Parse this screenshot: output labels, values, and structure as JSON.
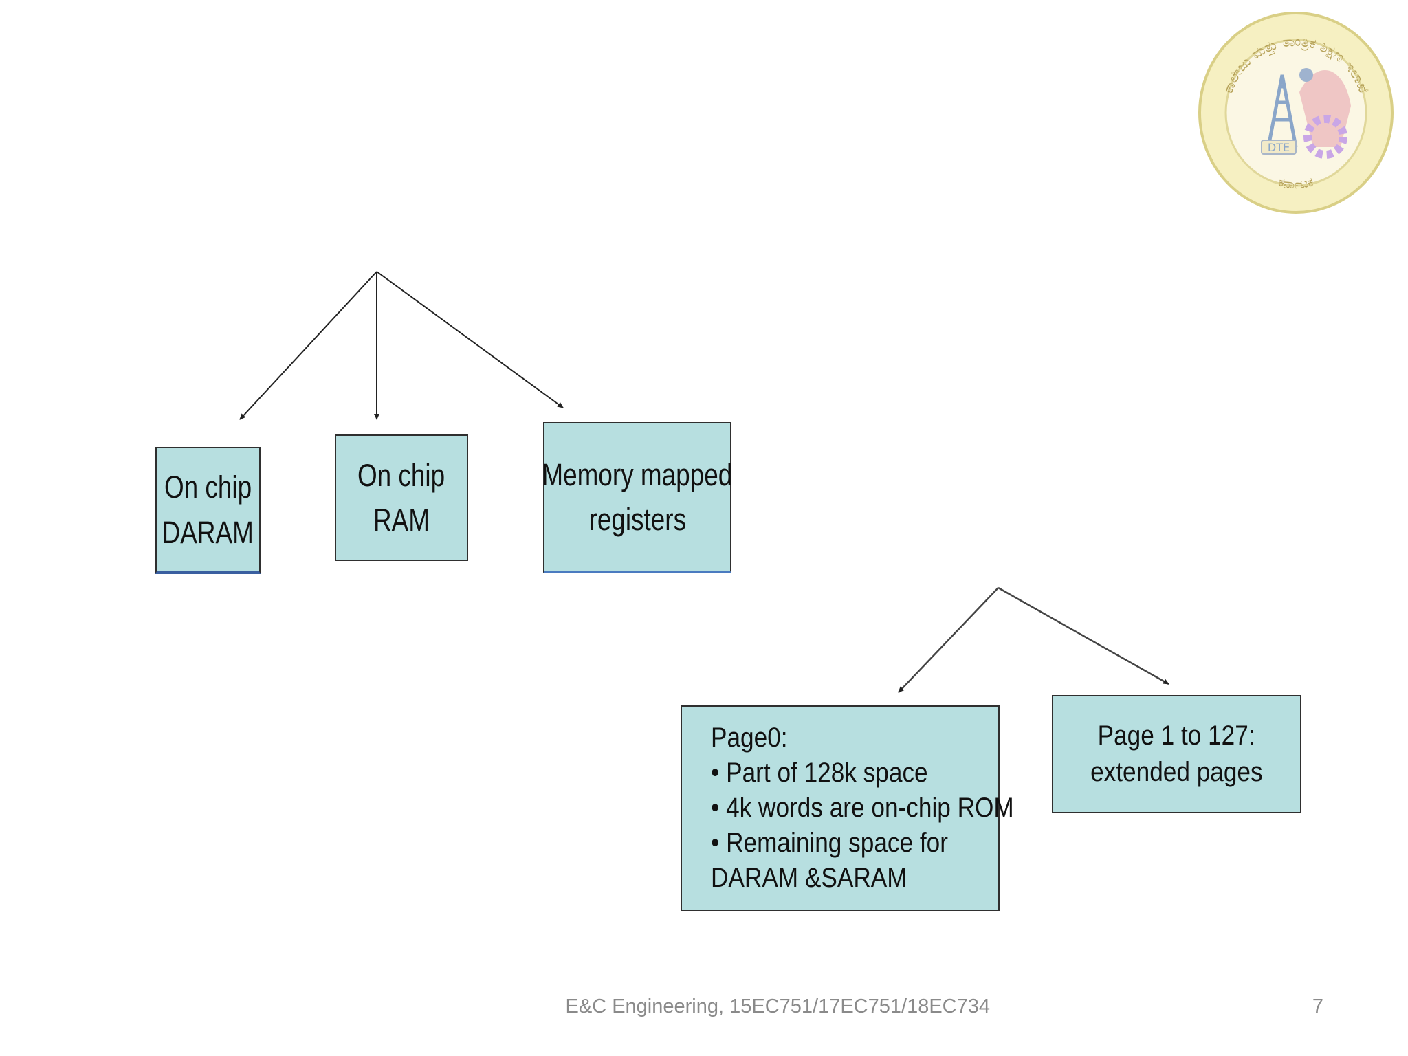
{
  "diagram": {
    "boxes": {
      "on_chip_daram": [
        "On chip",
        "DARAM"
      ],
      "on_chip_ram": [
        "On chip",
        "RAM"
      ],
      "memory_mapped_registers": [
        "Memory mapped",
        "registers"
      ],
      "page0": [
        "Page0:",
        "• Part of 128k space",
        "• 4k words are on-chip ROM",
        "• Remaining space for",
        "DARAM &SARAM"
      ],
      "pages_1_to_127": [
        "Page 1 to 127:",
        "extended pages"
      ]
    }
  },
  "footer": {
    "text": "E&C Engineering, 15EC751/17EC751/18EC734",
    "page_number": "7"
  },
  "logo": {
    "text_top": "ಕಾಲೇಜು ಮತ್ತು ತಾಂತ್ರಿಕ ಶಿಕ್ಷಣ ಇಲಾಖೆ",
    "text_center": "DTE",
    "text_bottom": "ಕರ್ನಾಟಕ",
    "colors": {
      "ring": "#efe7a8",
      "ring_border": "#d9cf86",
      "tower": "#8aa6c9",
      "gear": "#c9a6e6",
      "accent": "#e9b0b8"
    }
  },
  "colors": {
    "box_fill": "#b7dfe0",
    "box_border": "#2f2f2f",
    "arrow": "#222222",
    "footer_text": "#8a8a8a"
  }
}
